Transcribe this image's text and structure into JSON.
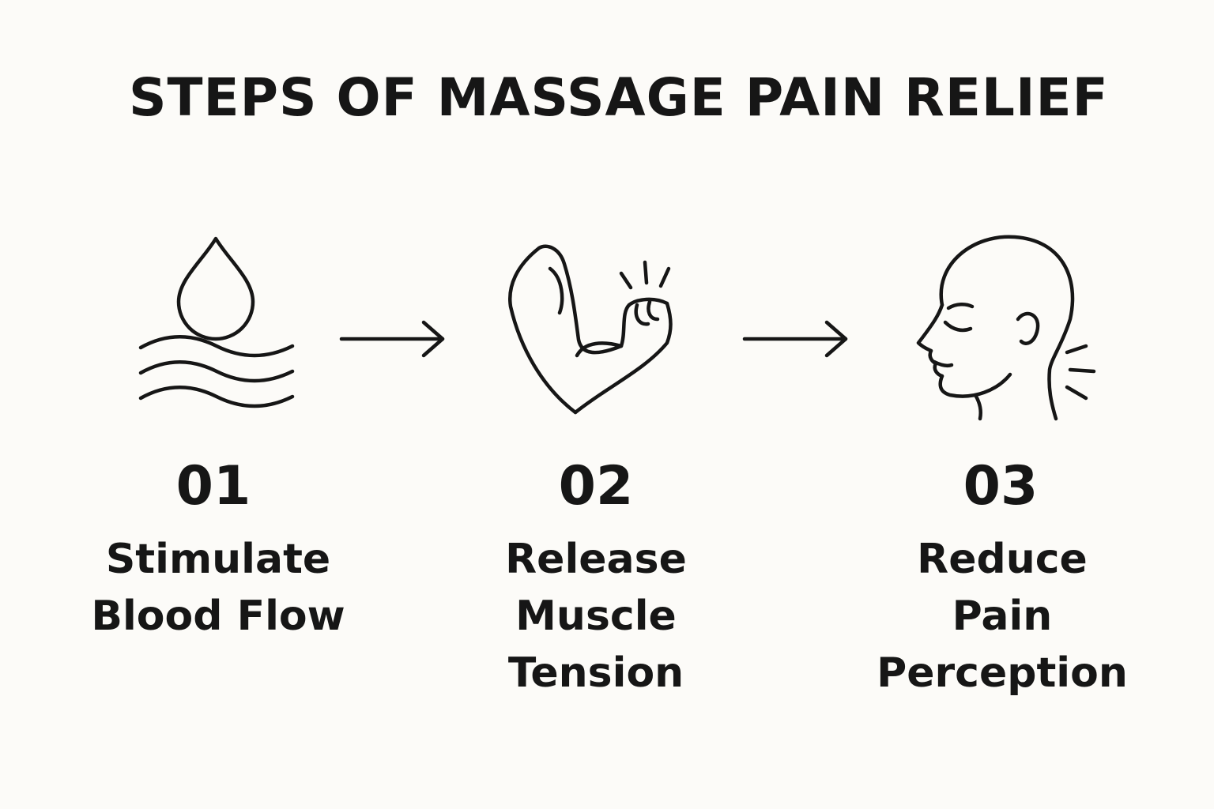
{
  "title": "STEPS OF MASSAGE PAIN RELIEF",
  "steps": [
    {
      "number": "01",
      "label_lines": [
        "Stimulate",
        "Blood Flow"
      ],
      "icon": "water-drop-waves-icon"
    },
    {
      "number": "02",
      "label_lines": [
        "Release",
        "Muscle",
        "Tension"
      ],
      "icon": "flexed-arm-icon"
    },
    {
      "number": "03",
      "label_lines": [
        "Reduce",
        "Pain",
        "Perception"
      ],
      "icon": "head-profile-icon"
    }
  ],
  "connectors": [
    "arrow-right-icon",
    "arrow-right-icon"
  ],
  "colors": {
    "background": "#fcfbf8",
    "ink": "#161616"
  }
}
